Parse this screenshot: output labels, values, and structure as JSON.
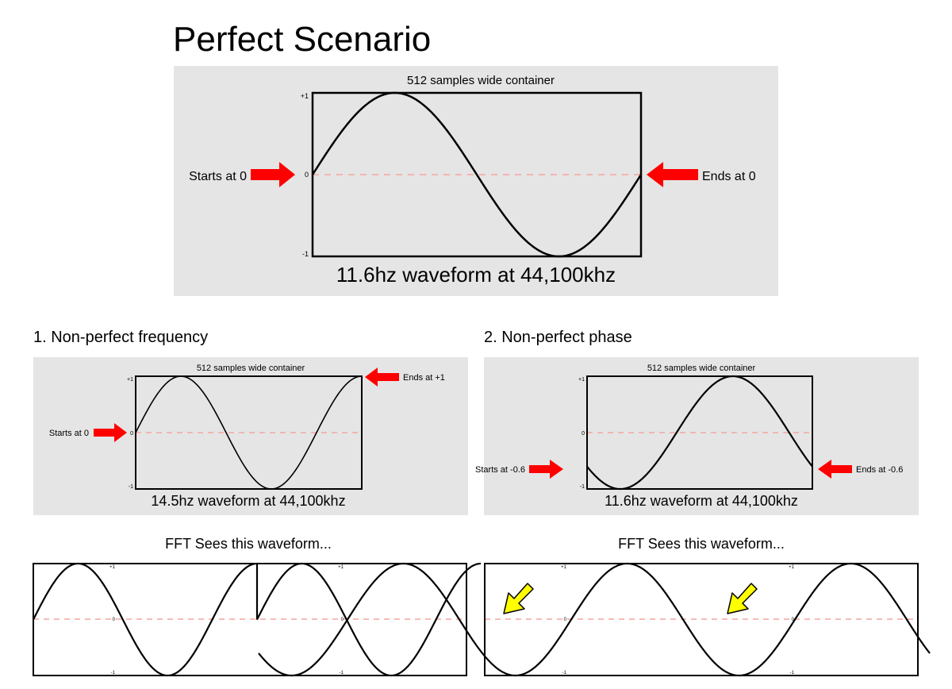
{
  "title": "Perfect Scenario",
  "colors": {
    "panel": "#e5e5e5",
    "arrow_red": "#ff0000",
    "arrow_yellow": "#ffff00",
    "midline": "#f4a6a0",
    "stroke": "#000000"
  },
  "perfect": {
    "container_label": "512 samples wide container",
    "axis": {
      "top": "+1",
      "mid": "0",
      "bottom": "-1"
    },
    "start_label": "Starts at 0",
    "end_label": "Ends at 0",
    "caption": "11.6hz waveform at 44,100khz",
    "cycles": 1,
    "start_phase_deg": 0
  },
  "frequency": {
    "heading": "1. Non-perfect frequency",
    "container_label": "512 samples wide container",
    "axis": {
      "top": "+1",
      "mid": "0",
      "bottom": "-1"
    },
    "start_label": "Starts at 0",
    "end_label": "Ends at +1",
    "caption": "14.5hz waveform at 44,100khz",
    "cycles": 1.25,
    "start_phase_deg": 0,
    "fft_caption": "FFT Sees this waveform...",
    "fft_axis": {
      "top": "+1",
      "mid": "0",
      "bottom": "-1"
    }
  },
  "phase": {
    "heading": "2. Non-perfect phase",
    "container_label": "512 samples wide container",
    "axis": {
      "top": "+1",
      "mid": "0",
      "bottom": "-1"
    },
    "start_label": "Starts at -0.6",
    "end_label": "Ends at -0.6",
    "caption": "11.6hz waveform at 44,100khz",
    "cycles": 1,
    "start_phase_deg": 217,
    "fft_caption": "FFT Sees this waveform...",
    "fft_axis": {
      "top": "+1",
      "mid": "0",
      "bottom": "-1"
    }
  }
}
